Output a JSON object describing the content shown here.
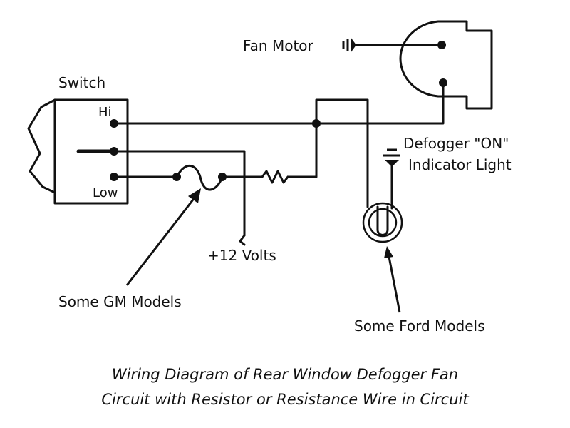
{
  "labels": {
    "fan_motor": "Fan Motor",
    "switch": "Switch",
    "hi": "Hi",
    "low": "Low",
    "defogger_line1": "Defogger \"ON\"",
    "defogger_line2": "Indicator Light",
    "volts": "+12 Volts",
    "gm": "Some GM Models",
    "ford": "Some Ford Models"
  },
  "caption": {
    "line1": "Wiring Diagram of Rear Window Defogger Fan",
    "line2": "Circuit with Resistor or Resistance Wire in Circuit"
  },
  "colors": {
    "ink": "#111111",
    "background": "#ffffff"
  }
}
